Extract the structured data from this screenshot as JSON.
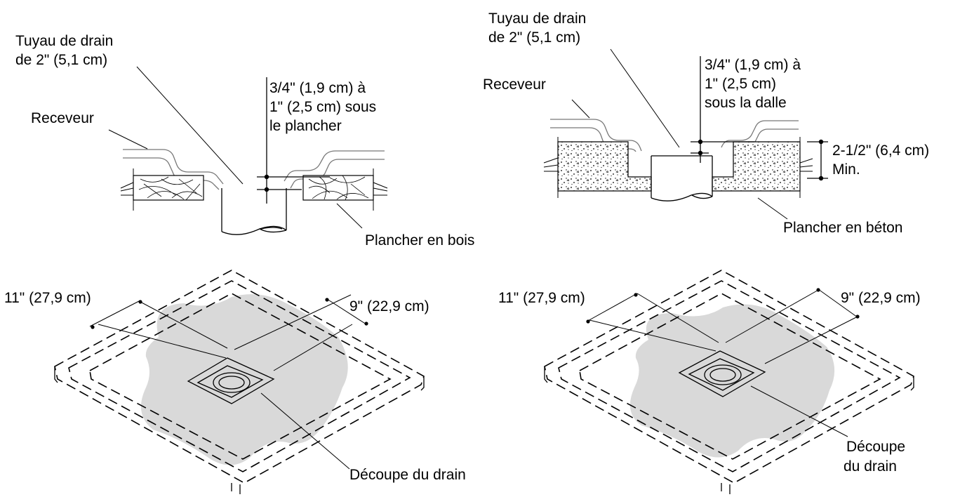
{
  "top_left": {
    "pipe_label": [
      "Tuyau de drain",
      "de 2\" (5,1 cm)"
    ],
    "receptor_label": "Receveur",
    "depth_label": [
      "3/4\" (1,9 cm) à",
      "1\" (2,5 cm) sous",
      "le plancher"
    ],
    "floor_label": "Plancher en bois"
  },
  "top_right": {
    "pipe_label": [
      "Tuyau de drain",
      "de 2\" (5,1 cm)"
    ],
    "receptor_label": "Receveur",
    "depth_label": [
      "3/4\" (1,9 cm) à",
      "1\" (2,5 cm)",
      "sous la dalle"
    ],
    "thickness_label": [
      "2-1/2\" (6,4 cm)",
      "Min."
    ],
    "floor_label": "Plancher en béton"
  },
  "bottom_left": {
    "dim_a": "11\" (27,9 cm)",
    "dim_b": "9\" (22,9 cm)",
    "cutout_label": "Découpe du drain"
  },
  "bottom_right": {
    "dim_a": "11\" (27,9 cm)",
    "dim_b": "9\" (22,9 cm)",
    "cutout_label": [
      "Découpe",
      "du drain"
    ]
  }
}
